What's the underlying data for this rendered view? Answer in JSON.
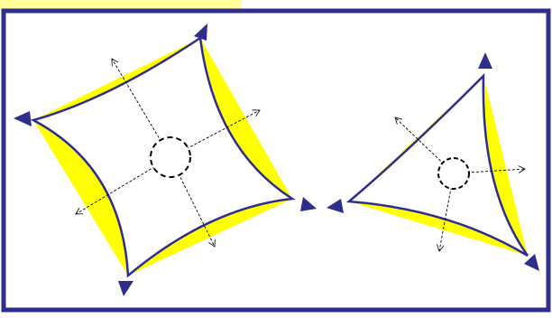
{
  "colors": {
    "frame": "#2e2e8c",
    "frame_highlight": "#ffff99",
    "curve": "#2e2e8c",
    "fill": "#ffff00",
    "arrow": "#2e2e8c",
    "dashed": "#000000",
    "background": "#ffffff"
  },
  "shapes": [
    {
      "name": "four-corner-star",
      "corners": 4,
      "has_center_circle": true
    },
    {
      "name": "three-corner-star",
      "corners": 3,
      "has_center_circle": true
    }
  ]
}
